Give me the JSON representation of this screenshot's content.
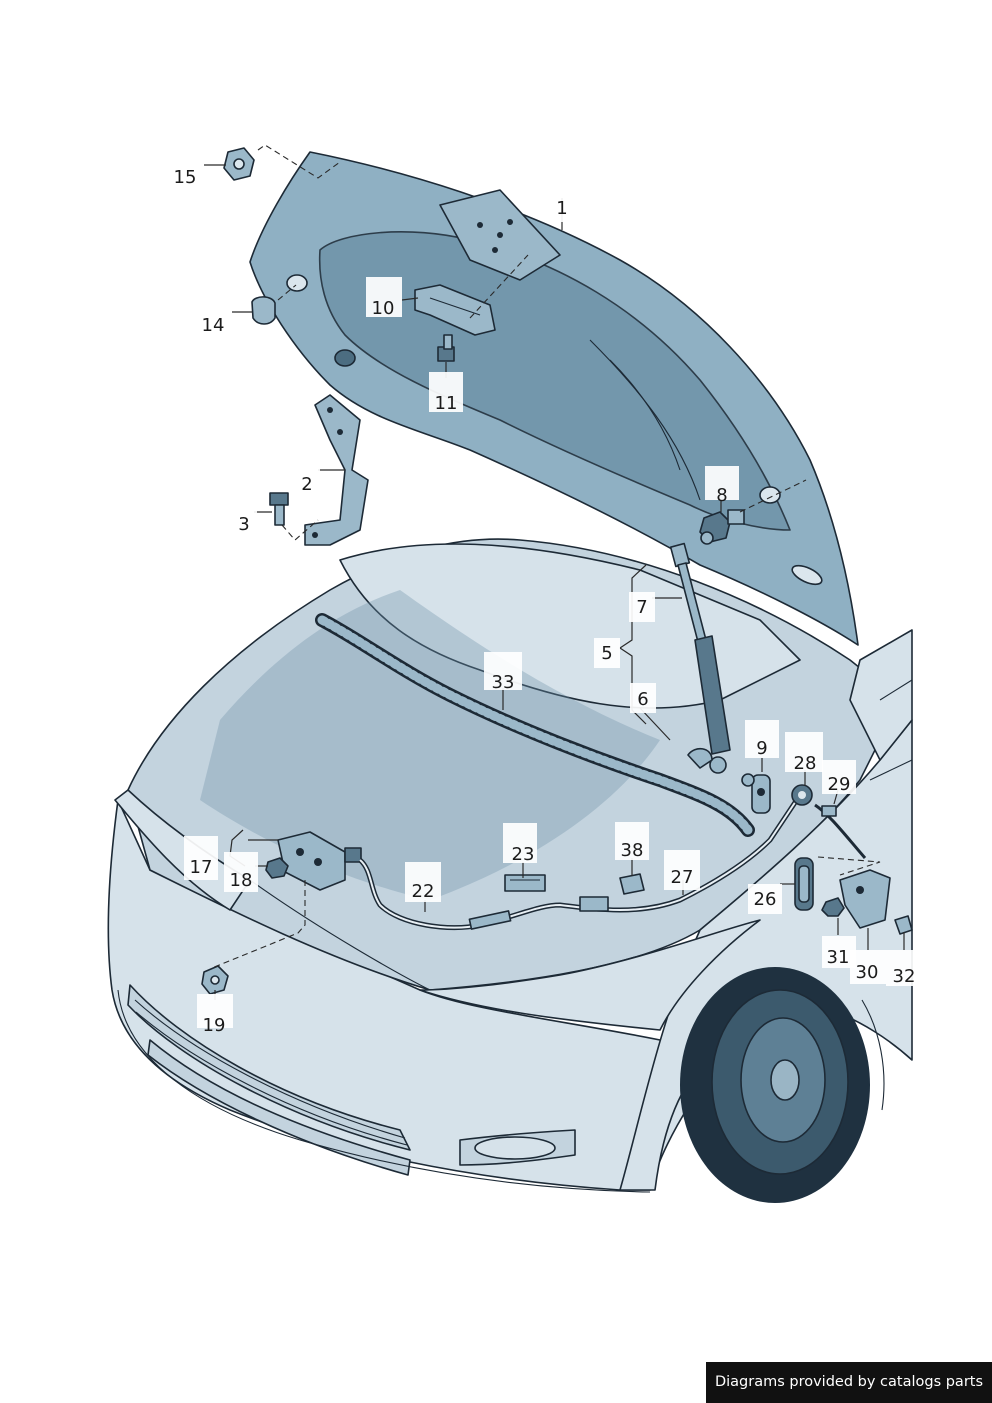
{
  "callouts": [
    {
      "id": "1",
      "text": "1"
    },
    {
      "id": "2",
      "text": "2"
    },
    {
      "id": "3",
      "text": "3"
    },
    {
      "id": "5",
      "text": "5"
    },
    {
      "id": "6",
      "text": "6"
    },
    {
      "id": "7",
      "text": "7"
    },
    {
      "id": "8",
      "text": "8"
    },
    {
      "id": "9",
      "text": "9"
    },
    {
      "id": "10",
      "text": "10"
    },
    {
      "id": "11",
      "text": "11"
    },
    {
      "id": "14",
      "text": "14"
    },
    {
      "id": "15",
      "text": "15"
    },
    {
      "id": "17",
      "text": "17"
    },
    {
      "id": "18",
      "text": "18"
    },
    {
      "id": "19",
      "text": "19"
    },
    {
      "id": "22",
      "text": "22"
    },
    {
      "id": "23",
      "text": "23"
    },
    {
      "id": "26",
      "text": "26"
    },
    {
      "id": "27",
      "text": "27"
    },
    {
      "id": "28",
      "text": "28"
    },
    {
      "id": "29",
      "text": "29"
    },
    {
      "id": "30",
      "text": "30"
    },
    {
      "id": "31",
      "text": "31"
    },
    {
      "id": "32",
      "text": "32"
    },
    {
      "id": "33",
      "text": "33"
    },
    {
      "id": "38",
      "text": "38"
    }
  ],
  "footer": {
    "credit": "Diagrams provided by catalogs parts"
  }
}
